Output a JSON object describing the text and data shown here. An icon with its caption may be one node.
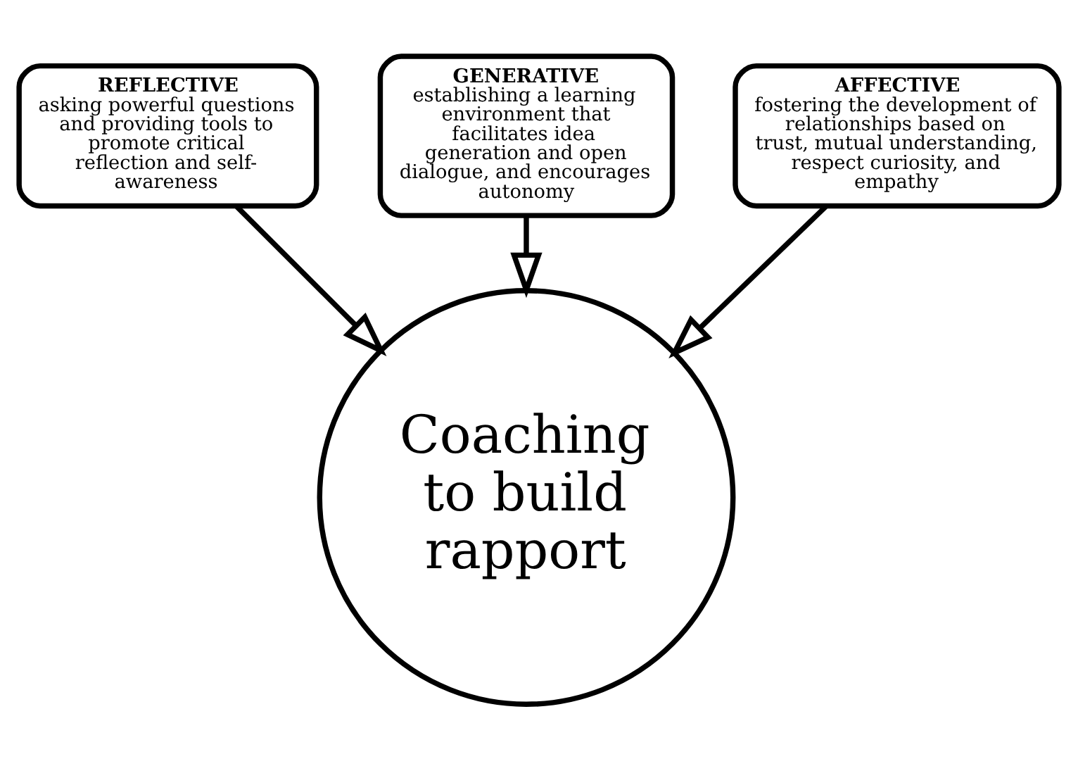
{
  "diagram": {
    "nodes": [
      {
        "text": [
          "REFLECTIVE",
          "asking powerful questions and providing tools to promote critical reflection and self-awareness"
        ]
      },
      {
        "text": [
          "GENERATIVE",
          "establishing a learning environment that facilitates idea generation and open dialogue, and encourages autonomy"
        ]
      },
      {
        "text": [
          "AFFECTIVE",
          "fostering the development of relationships based on trust, mutual understanding, respect curiosity, and empathy"
        ]
      },
      {
        "text": [
          "Coaching to build rapport"
        ]
      }
    ],
    "edges": [
      {
        "from": 0,
        "to": 3,
        "arrow": "to"
      },
      {
        "from": 1,
        "to": 3,
        "arrow": "to"
      },
      {
        "from": 2,
        "to": 3,
        "arrow": "to"
      }
    ]
  }
}
